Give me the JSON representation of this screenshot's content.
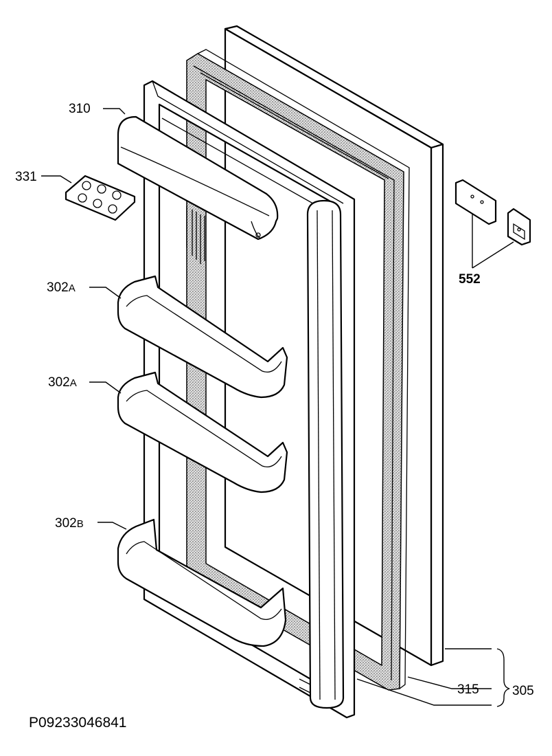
{
  "drawing": {
    "reference_code": "P09233046841"
  },
  "callouts": [
    {
      "id": "310",
      "number": "310",
      "suffix": ""
    },
    {
      "id": "331",
      "number": "331",
      "suffix": ""
    },
    {
      "id": "302a-upper",
      "number": "302",
      "suffix": "A"
    },
    {
      "id": "302a-lower",
      "number": "302",
      "suffix": "A"
    },
    {
      "id": "302b",
      "number": "302",
      "suffix": "B"
    },
    {
      "id": "552",
      "number": "552",
      "suffix": ""
    },
    {
      "id": "315",
      "number": "315",
      "suffix": ""
    },
    {
      "id": "305",
      "number": "305",
      "suffix": ""
    }
  ],
  "colors": {
    "line": "#000000",
    "background": "#ffffff",
    "gasket_fill": "#9a9a9a"
  }
}
